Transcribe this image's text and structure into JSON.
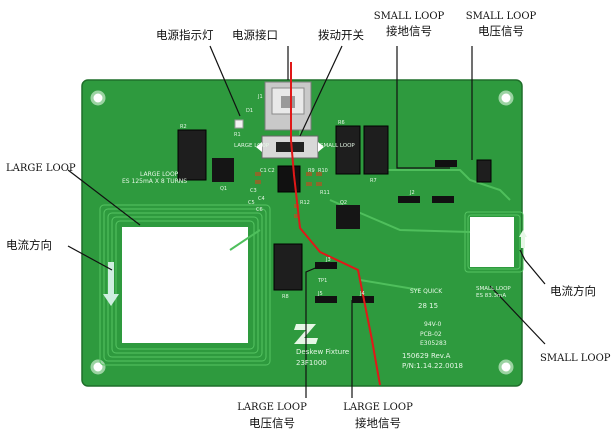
{
  "labels": {
    "power_led": "电源指示灯",
    "power_port": "电源接口",
    "toggle_switch": "拨动开关",
    "small_loop_ground_1": "SMALL LOOP",
    "small_loop_ground_2": "接地信号",
    "small_loop_voltage_1": "SMALL LOOP",
    "small_loop_voltage_2": "电压信号",
    "large_loop": "LARGE LOOP",
    "current_dir_left": "电流方向",
    "current_dir_right": "电流方向",
    "small_loop": "SMALL LOOP",
    "large_loop_voltage_1": "LARGE LOOP",
    "large_loop_voltage_2": "电压信号",
    "large_loop_ground_1": "LARGE LOOP",
    "large_loop_ground_2": "接地信号"
  },
  "silkscreen": {
    "large_loop_spec_1": "LARGE LOOP",
    "large_loop_spec_2": "ES 125mA X 8 TURNS",
    "large_loop_sw": "LARGE LOOP",
    "small_loop_sw": "SMALL LOOP",
    "small_loop_spec_1": "SMALL LOOP",
    "small_loop_spec_2": "ES 83.3mA",
    "sye_quick": "SYE QUICK",
    "date_code": "28 15",
    "rating": "94V-0",
    "pcb": "PCB-02",
    "e_code": "E305283",
    "brand": "Deskew Fixture",
    "model": "23F1000",
    "rev": "150629 Rev.A",
    "part_no": "P/N:1.14.22.0018",
    "ref_j1": "J1",
    "ref_r2": "R2",
    "ref_r6": "R6",
    "ref_r7": "R7",
    "ref_r8": "R8",
    "ref_q1": "Q1",
    "ref_q2": "Q2",
    "ref_r9": "R9",
    "ref_r10": "R10",
    "ref_r11": "R11",
    "ref_r12": "R12",
    "ref_j2": "J2",
    "ref_j3": "J3",
    "ref_j4": "J4",
    "ref_j5": "J5",
    "ref_tp1": "TP1",
    "ref_d1": "D1",
    "ref_c1": "C1",
    "ref_c2": "C2",
    "ref_c3": "C3",
    "ref_c4": "C4",
    "ref_c5": "C5",
    "ref_c6": "C6",
    "ref_r1": "R1"
  },
  "colors": {
    "board": "#2e9a3e",
    "board_dark": "#237a31",
    "trace": "#4fbf5c",
    "pointer_line": "#111111",
    "divider_line": "#e01818",
    "pad_white": "#ffffff"
  }
}
